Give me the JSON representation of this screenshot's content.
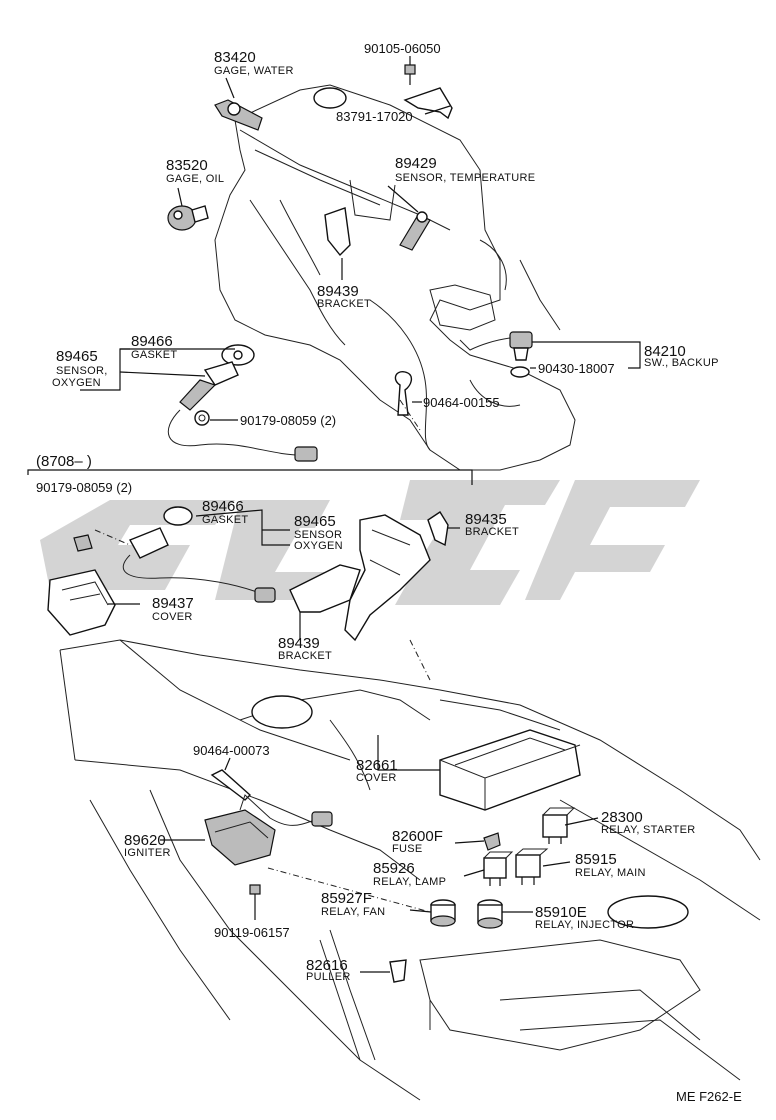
{
  "labels": {
    "p83420": {
      "num": "83420",
      "name": "GAGE, WATER"
    },
    "p90105": {
      "num": "90105-06050"
    },
    "p83791": {
      "num": "83791-17020"
    },
    "p89429": {
      "num": "89429",
      "name": "SENSOR, TEMPERATURE"
    },
    "p83520": {
      "num": "83520",
      "name": "GAGE, OIL"
    },
    "p89439a": {
      "num": "89439",
      "name": "BRACKET"
    },
    "p89466a": {
      "num": "89466",
      "name": "GASKET"
    },
    "p89465a": {
      "num": "89465",
      "name1": "SENSOR,",
      "name2": "OXYGEN"
    },
    "p84210": {
      "num": "84210",
      "name": "SW., BACKUP"
    },
    "p90430": {
      "num": "90430-18007"
    },
    "p90464a": {
      "num": "90464-00155"
    },
    "p90179a": {
      "num": "90179-08059 (2)"
    },
    "p90179b": {
      "num": "90179-08059 (2)"
    },
    "p89466b": {
      "num": "89466",
      "name": "GASKET"
    },
    "p89465b": {
      "num": "89465",
      "name1": "SENSOR",
      "name2": "OXYGEN"
    },
    "p89435": {
      "num": "89435",
      "name": "BRACKET"
    },
    "p89437": {
      "num": "89437",
      "name": "COVER"
    },
    "p89439b": {
      "num": "89439",
      "name": "BRACKET"
    },
    "p90464b": {
      "num": "90464-00073"
    },
    "p82661": {
      "num": "82661",
      "name": "COVER"
    },
    "p28300": {
      "num": "28300",
      "name": "RELAY, STARTER"
    },
    "p82600": {
      "num": "82600F",
      "name": "FUSE"
    },
    "p85926": {
      "num": "85926",
      "name": "RELAY, LAMP"
    },
    "p85915": {
      "num": "85915",
      "name": "RELAY, MAIN"
    },
    "p89620": {
      "num": "89620",
      "name": "IGNITER"
    },
    "p85927": {
      "num": "85927F",
      "name": "RELAY, FAN"
    },
    "p85910": {
      "num": "85910E",
      "name": "RELAY, INJECTOR"
    },
    "p90119": {
      "num": "90119-06157"
    },
    "p82616": {
      "num": "82616",
      "name": "PULLER"
    }
  },
  "section_header": "(8708–        )",
  "figure_code": "ME  F262-E"
}
